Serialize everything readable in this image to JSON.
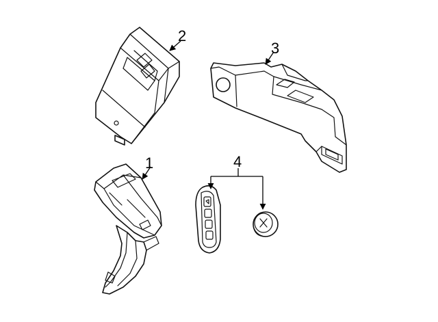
{
  "callouts": {
    "part1": "1",
    "part2": "2",
    "part3": "3",
    "part4": "4"
  },
  "colors": {
    "background": "#ffffff",
    "line": "#111111"
  }
}
